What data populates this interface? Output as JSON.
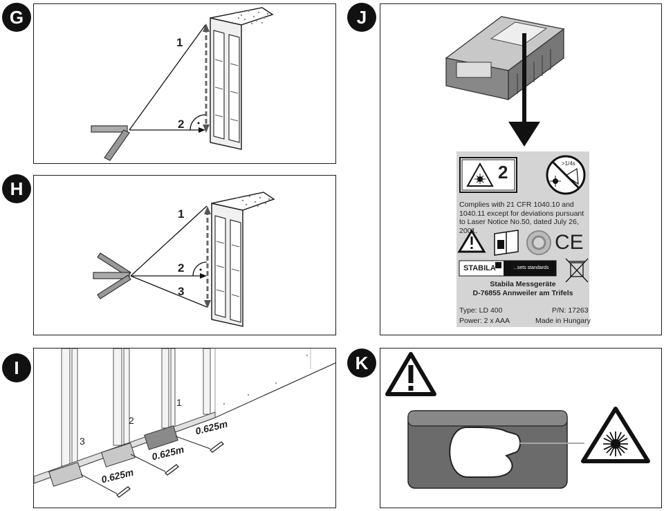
{
  "badges": {
    "g": "G",
    "h": "H",
    "i": "I",
    "j": "J",
    "k": "K"
  },
  "panel_g": {
    "label_1": "1",
    "label_2": "2"
  },
  "panel_h": {
    "label_1": "1",
    "label_2": "2",
    "label_3": "3"
  },
  "panel_i": {
    "stud_1": "1",
    "stud_2": "2",
    "stud_3": "3",
    "dist_1": "0.625m",
    "dist_2": "0.625m",
    "dist_3": "0.625m"
  },
  "panel_j": {
    "laser_class": "2",
    "timer_text": ">1/4s",
    "compliance_text": "Complies with 21 CFR 1040.10 and 1040.11 except for deviations pursuant to Laser Notice No.50, dated July 26, 2001.",
    "brand": "STABILA",
    "slogan": "...sets standards",
    "company": "Stabila Messgeräte",
    "address": "D-76855 Annweiler am Trifels",
    "type": "Type: LD 400",
    "pn": "P/N: 17263",
    "power": "Power: 2 x AAA",
    "made": "Made in Hungary",
    "ce": "CE"
  },
  "colors": {
    "outline": "#1a1a1a",
    "badge": "#111111",
    "label_bg": "#d4d4d4",
    "device_gray": "#6b6b6b"
  }
}
